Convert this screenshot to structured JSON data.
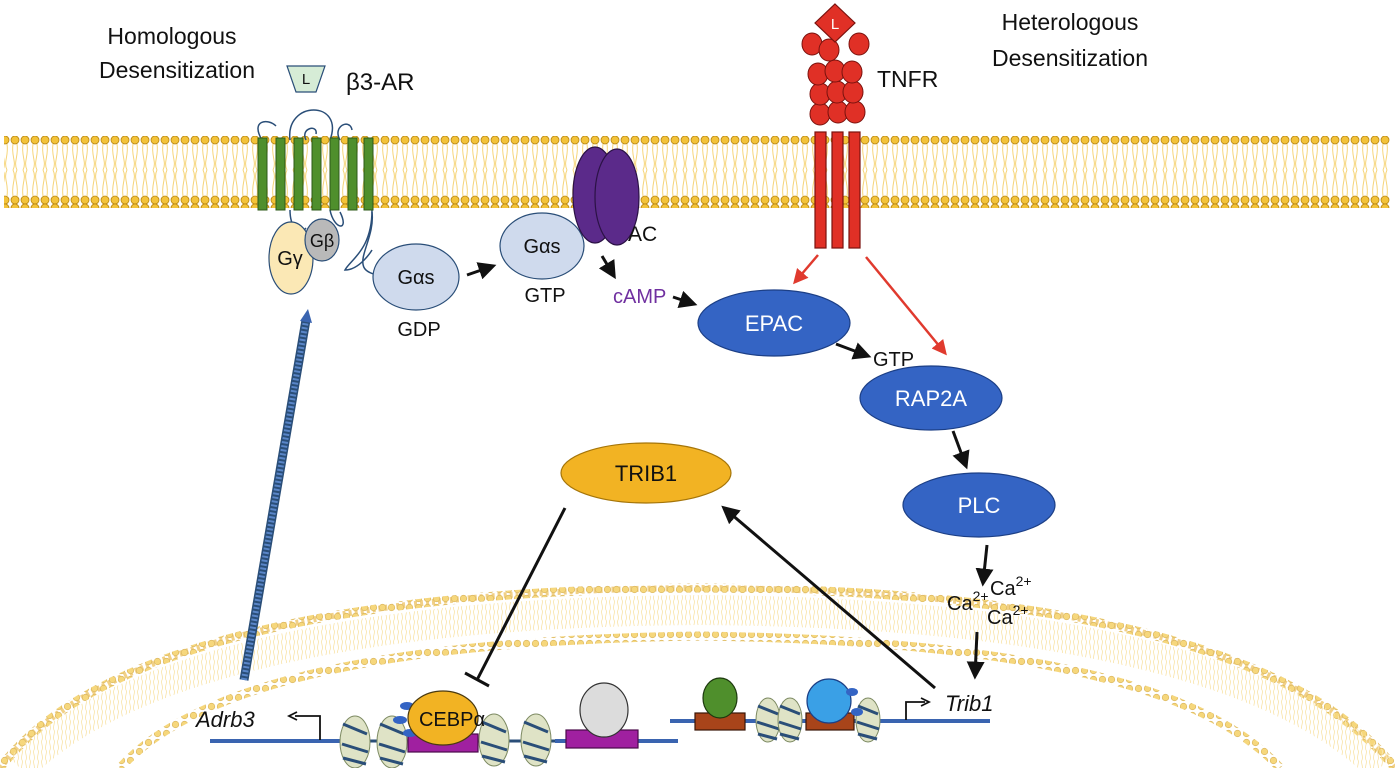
{
  "titles": {
    "homologous_line1": "Homologous",
    "homologous_line2": "Desensitization",
    "heterologous_line1": "Heterologous",
    "heterologous_line2": "Desensitization"
  },
  "receptors": {
    "beta3_ar": "β3-AR",
    "tnfr": "TNFR",
    "ligand": "L",
    "ligand2": "L"
  },
  "gproteins": {
    "g_gamma": "Gγ",
    "g_beta": "Gβ",
    "g_alpha_s_gdp": "Gαs",
    "gdp": "GDP",
    "g_alpha_s_gtp": "Gαs",
    "gtp": "GTP"
  },
  "signaling": {
    "ac": "AC",
    "camp": "cAMP",
    "epac": "EPAC",
    "gtp2": "GTP",
    "rap2a": "RAP2A",
    "plc": "PLC",
    "trib1": "TRIB1",
    "ca_base": "Ca",
    "ca_sup": "2+"
  },
  "nucleus": {
    "adrb3": "Adrb3",
    "trib1_gene": "Trib1",
    "cebpa": "CEBPα"
  },
  "colors": {
    "membrane": "#f3c33a",
    "receptor_green": "#4f8f2c",
    "tnfr_red": "#e03026",
    "node_blue": "#3464c4",
    "g_light": "#cfdaed",
    "g_gamma": "#fbe8b5",
    "ac_purple": "#5b2a8a",
    "camp_purple": "#7030a0",
    "trib1_orange": "#f2b323",
    "cebp_orange": "#f2b323",
    "magenta": "#a020a0",
    "arrow_red": "#e03a2e",
    "arrow_blue": "#3a64b0"
  }
}
